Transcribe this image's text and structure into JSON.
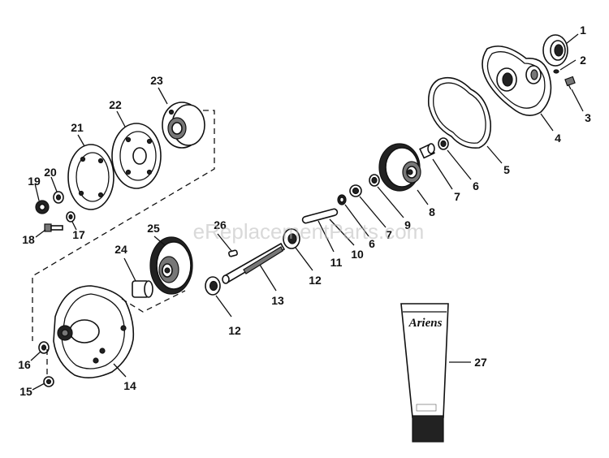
{
  "watermark": "eReplacementParts.com",
  "tube_logo": "Ariens",
  "callouts": {
    "c1": "1",
    "c2": "2",
    "c3": "3",
    "c4": "4",
    "c5": "5",
    "c6a": "6",
    "c6b": "6",
    "c7a": "7",
    "c7b": "7",
    "c8": "8",
    "c9": "9",
    "c10": "10",
    "c11": "11",
    "c12a": "12",
    "c12b": "12",
    "c13": "13",
    "c14": "14",
    "c15": "15",
    "c16": "16",
    "c17": "17",
    "c18": "18",
    "c19": "19",
    "c20": "20",
    "c21": "21",
    "c22": "22",
    "c23": "23",
    "c24": "24",
    "c25": "25",
    "c26": "26",
    "c27": "27"
  },
  "colors": {
    "line": "#111111",
    "background": "#ffffff",
    "watermark": "#b9b9b9"
  }
}
